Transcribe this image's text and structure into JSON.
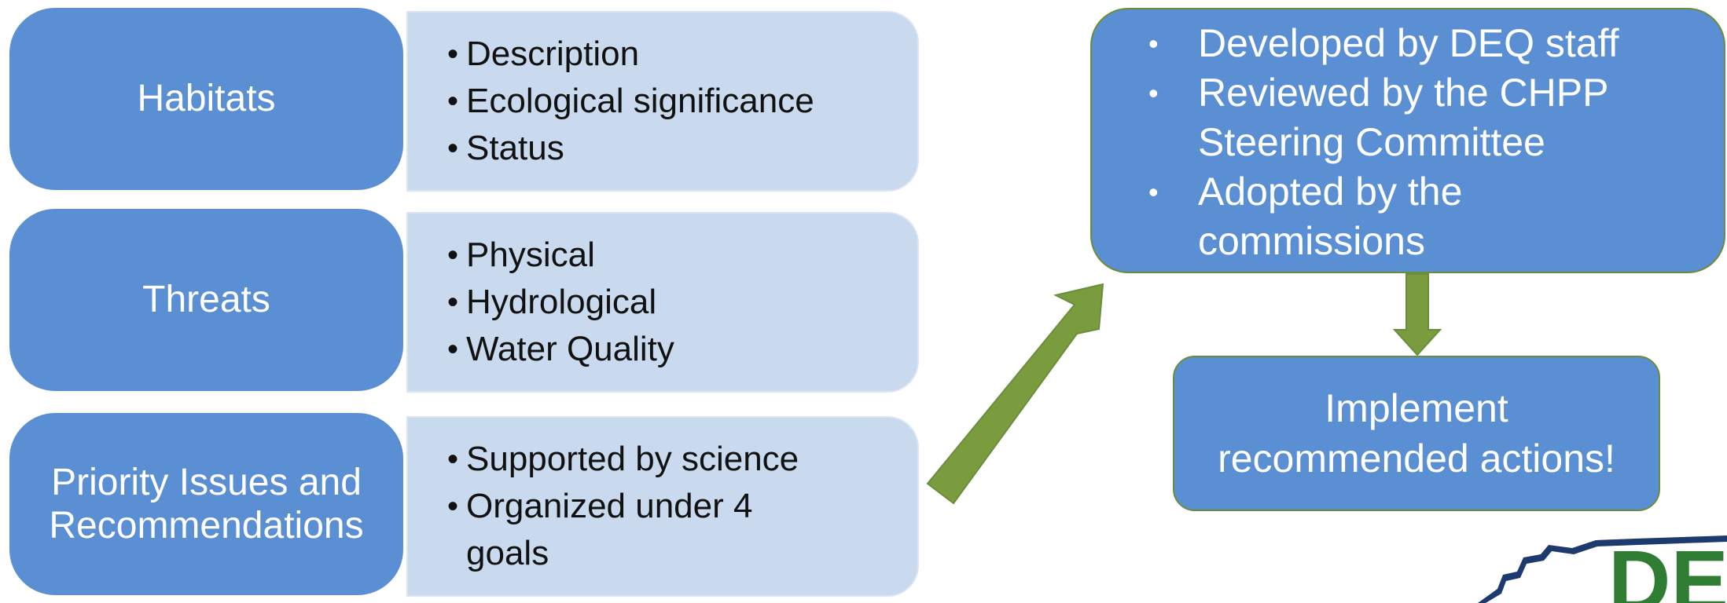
{
  "rows": [
    {
      "label": "Habitats",
      "items": [
        "Description",
        "Ecological significance",
        "Status"
      ]
    },
    {
      "label": "Threats",
      "items": [
        "Physical",
        "Hydrological",
        "Water Quality"
      ]
    },
    {
      "label_lines": [
        "Priority Issues and",
        "Recommendations"
      ],
      "items": [
        "Supported by science",
        "Organized under 4",
        "goals"
      ]
    }
  ],
  "process": {
    "items": [
      "Developed by DEQ staff",
      "Reviewed by the CHPP",
      "Steering Committee",
      "Adopted by the",
      "commissions"
    ]
  },
  "implement": {
    "lines": [
      "Implement",
      "recommended actions!"
    ]
  },
  "logo": {
    "text": "DE"
  },
  "colors": {
    "box_blue": "#5b8fd4",
    "box_light": "#c9d9ee",
    "arrow_green": "#7a9c3e",
    "logo_green": "#2e7d32",
    "logo_navy": "#1d3a6e"
  }
}
